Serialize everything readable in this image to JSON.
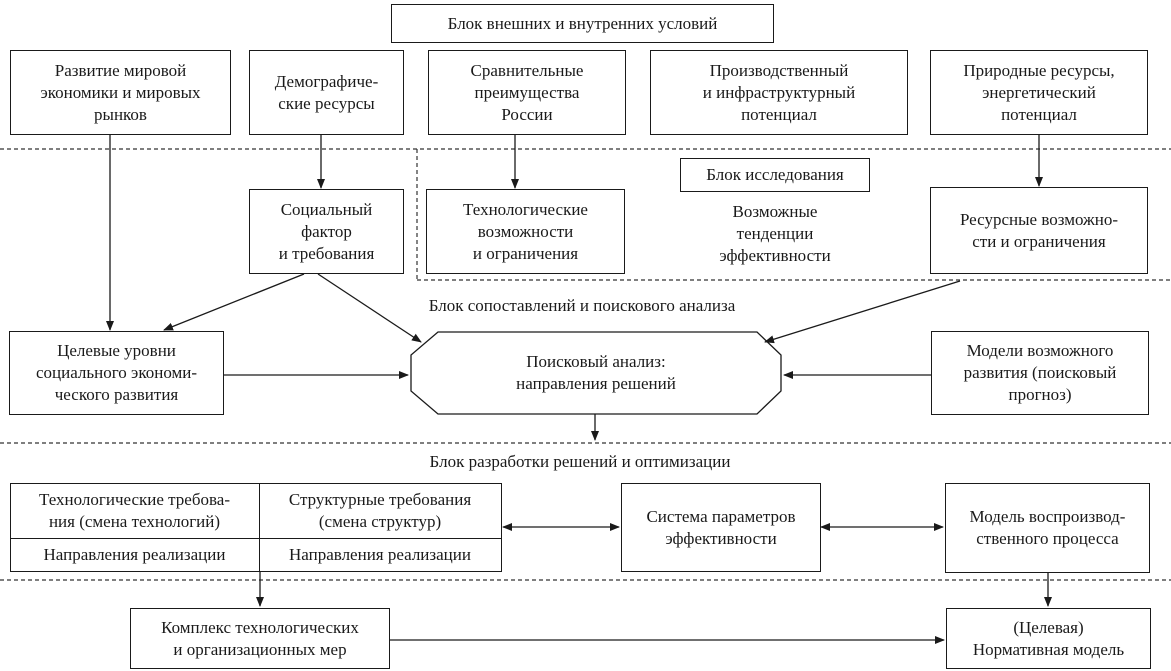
{
  "blocks": {
    "conditions": "Блок внешних и внутренних условий",
    "research": "Блок исследования",
    "comparison": "Блок сопоставлений и поискового анализа",
    "development": "Блок разработки решений и оптимизации"
  },
  "conditions_boxes": {
    "world_economy": "Развитие мировой\nэкономики и мировых\nрынков",
    "demographic": "Демографиче-\nские ресурсы",
    "advantages": "Сравнительные\nпреимущества\nРоссии",
    "production": "Производственный\nи инфраструктурный\nпотенциал",
    "natural": "Природные ресурсы,\nэнергетический\nпотенциал"
  },
  "research_boxes": {
    "social": "Социальный\nфактор\nи требования",
    "tech": "Технологические\nвозможности\nи ограничения",
    "trends": "Возможные\nтенденции\nэффективности",
    "resource": "Ресурсные возможно-\nсти и ограничения"
  },
  "analysis": {
    "target_levels": "Целевые уровни\nсоциального экономи-\nческого развития",
    "search": "Поисковый анализ:\nнаправления решений",
    "models": "Модели возможного\nразвития (поисковый\nпрогноз)"
  },
  "development": {
    "tech_req": "Технологические требова-\nния (смена технологий)",
    "struct_req": "Структурные требования\n(смена структур)",
    "tech_impl": "Направления реализации",
    "struct_impl": "Направления реализации",
    "params": "Система параметров\nэффективности",
    "reproduction": "Модель воспроизвод-\nственного процесса"
  },
  "outputs": {
    "complex": "Комплекс технологических\nи организационных мер",
    "normative": "(Целевая)\nНормативная модель"
  }
}
